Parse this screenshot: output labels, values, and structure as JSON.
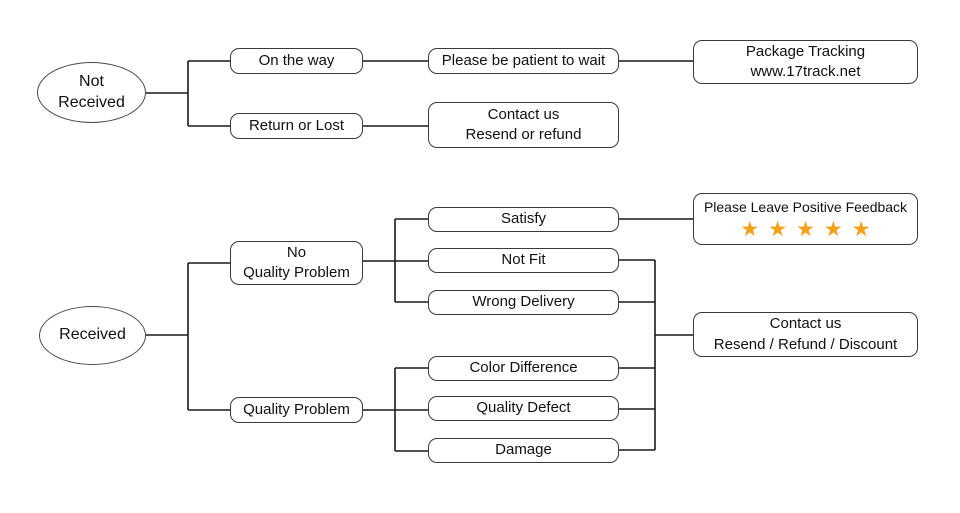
{
  "diagram": {
    "title_implicit": "After-sale service flowchart",
    "not_received": {
      "line1": "Not",
      "line2": "Received"
    },
    "on_the_way": "On the way",
    "return_or_lost": "Return or Lost",
    "please_be_patient": "Please be patient to wait",
    "package_tracking": {
      "line1": "Package Tracking",
      "line2": "www.17track.net"
    },
    "contact_resend_refund": {
      "line1": "Contact us",
      "line2": "Resend or refund"
    },
    "received": "Received",
    "no_quality_problem": {
      "line1": "No",
      "line2": "Quality Problem"
    },
    "quality_problem": "Quality Problem",
    "satisfy": "Satisfy",
    "not_fit": "Not Fit",
    "wrong_delivery": "Wrong Delivery",
    "color_difference": "Color Difference",
    "quality_defect": "Quality Defect",
    "damage": "Damage",
    "positive_feedback": {
      "label": "Please Leave Positive Feedback",
      "stars": "★★★★★",
      "star_count": "5"
    },
    "contact_resend_refund_discount": {
      "line1": "Contact us",
      "line2": "Resend / Refund / Discount"
    }
  },
  "colors": {
    "background": "#ffffff",
    "line": "#1a1a1a",
    "box_border": "#3a3a3a",
    "text": "#111111",
    "star": "#F5A017"
  }
}
